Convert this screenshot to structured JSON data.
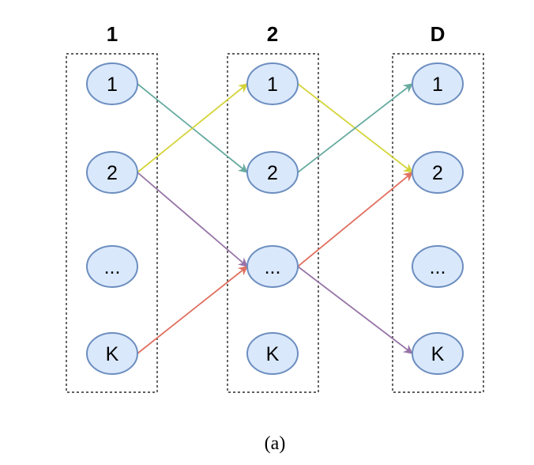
{
  "columns": [
    {
      "title": "1",
      "nodes": [
        "1",
        "2",
        "...",
        "K"
      ]
    },
    {
      "title": "2",
      "nodes": [
        "1",
        "2",
        "...",
        "K"
      ]
    },
    {
      "title": "D",
      "nodes": [
        "1",
        "2",
        "...",
        "K"
      ]
    }
  ],
  "caption": "(a)",
  "colors": {
    "node_fill": "#dae8fc",
    "node_stroke": "#6c8ebf",
    "teal": "#67ab9f",
    "yellow": "#d4d43a",
    "purple": "#9673a6",
    "red": "#e07060"
  },
  "edges": [
    {
      "from": [
        0,
        0
      ],
      "to": [
        1,
        1
      ],
      "color": "teal"
    },
    {
      "from": [
        0,
        1
      ],
      "to": [
        1,
        0
      ],
      "color": "yellow"
    },
    {
      "from": [
        0,
        1
      ],
      "to": [
        1,
        2
      ],
      "color": "purple"
    },
    {
      "from": [
        0,
        3
      ],
      "to": [
        1,
        2
      ],
      "color": "red"
    },
    {
      "from": [
        1,
        0
      ],
      "to": [
        2,
        1
      ],
      "color": "yellow"
    },
    {
      "from": [
        1,
        1
      ],
      "to": [
        2,
        0
      ],
      "color": "teal"
    },
    {
      "from": [
        1,
        2
      ],
      "to": [
        2,
        1
      ],
      "color": "red"
    },
    {
      "from": [
        1,
        2
      ],
      "to": [
        2,
        3
      ],
      "color": "purple"
    }
  ]
}
